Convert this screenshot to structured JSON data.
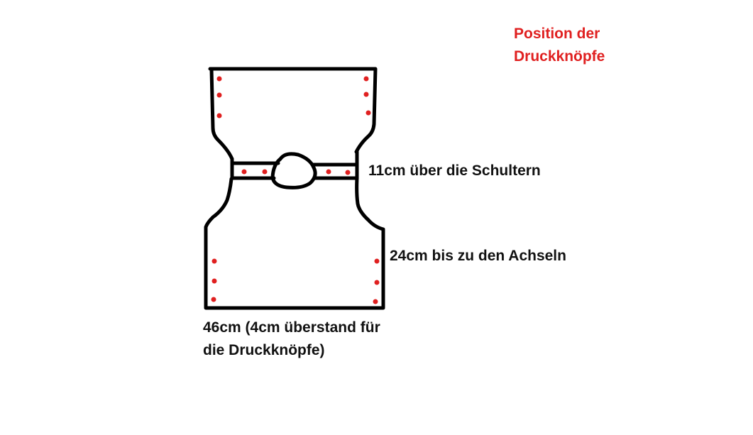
{
  "legend": {
    "lines": [
      "Position der",
      "Druckknöpfe"
    ],
    "color": "#e02020"
  },
  "labels": {
    "shoulders": "11cm über die Schultern",
    "armpits": "24cm bis zu den Achseln",
    "width_lines": [
      "46cm (4cm überstand für",
      "die Druckknöpfe)"
    ]
  },
  "style": {
    "outline_color": "#000000",
    "snap_color": "#e02020"
  }
}
